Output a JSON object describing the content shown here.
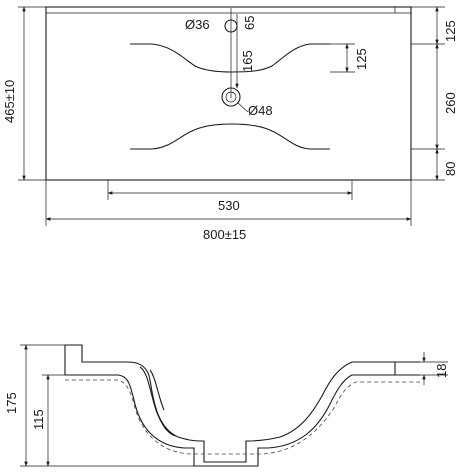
{
  "top_view": {
    "dims": {
      "tap_hole": "Ø36",
      "tap_offset": "65",
      "bowl_depth": "165",
      "bowl_width_label": "125",
      "drain": "Ø48",
      "right_top": "125",
      "right_mid": "260",
      "right_bottom": "80",
      "height": "465±10",
      "inner_width": "530",
      "overall_width": "800±15"
    }
  },
  "section_view": {
    "dims": {
      "total_height": "175",
      "lower_height": "115",
      "rim_height": "18"
    }
  }
}
